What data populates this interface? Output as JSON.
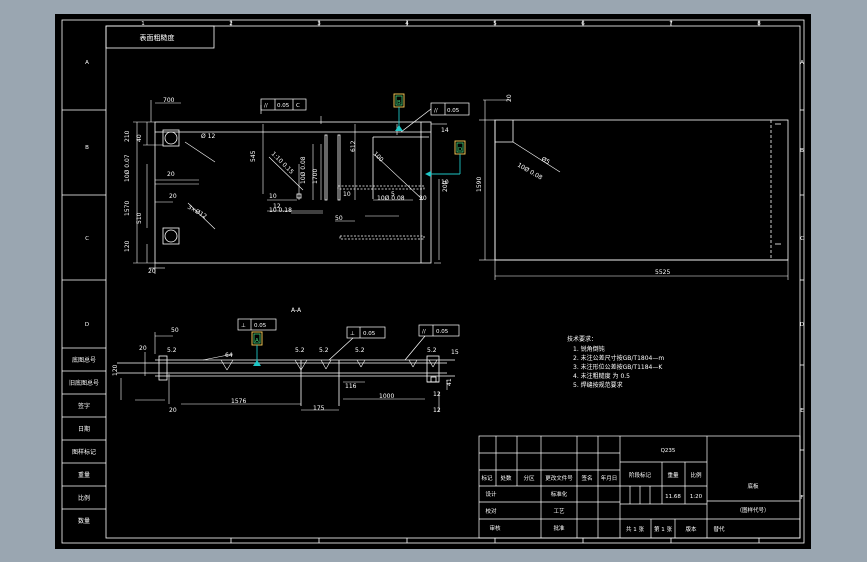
{
  "title_box": "表面粗糙度",
  "zone_columns": [
    "1",
    "2",
    "3",
    "4",
    "5",
    "6",
    "7",
    "8"
  ],
  "zone_rows": [
    "A",
    "B",
    "C",
    "D",
    "E",
    "F"
  ],
  "side_labels": [
    "底图总号",
    "旧底图总号",
    "签字",
    "日期",
    "图样标记",
    "重量",
    "比例",
    "数量"
  ],
  "section_label": "A-A",
  "top_view": {
    "dims": {
      "d700": "700",
      "d210": "210",
      "d40": "40",
      "phi12": "Ø 12",
      "d10x": "10Ø 0.07",
      "d20a": "20",
      "d1570": "1570",
      "d20b": "20",
      "d3x": "3×Ø12",
      "d510": "510",
      "d120": "120",
      "d20c": "20",
      "d545": "545",
      "m1": "1:10 0.15",
      "d10": "10",
      "d12": "12",
      "d1018": "10 0.18",
      "d1006": "10Ø 0.08",
      "d1700": "1700",
      "d50": "50",
      "d612": "612",
      "d10c": "10",
      "d100": "100",
      "d5": "5",
      "d10a": "10Ø 0.08",
      "d20e": "20",
      "d14": "14",
      "d1022": "10",
      "d200": "200"
    },
    "tol1": [
      "//",
      "0.05",
      "C"
    ],
    "tol2": [
      "//",
      "0.05"
    ],
    "datum_b": "B",
    "datum_d": "D"
  },
  "right_view": {
    "d20": "20",
    "d1590": "1590",
    "d10": "10Ø 0.08",
    "d5": "Ø5",
    "d5525": "5525"
  },
  "section_view": {
    "d50": "50",
    "d20": "20",
    "d120": "120",
    "d20b": "20",
    "d64": "64",
    "d1576": "1576",
    "d175": "175",
    "d116": "116",
    "d1000": "1000",
    "d12": "12",
    "d12b": "12",
    "d41": "41",
    "d15": "15",
    "r1": "5.2",
    "r2": "5.2",
    "r3": "5.2",
    "r4": "5.2",
    "r5": "5.2",
    "tol_a": [
      "⊥",
      "0.05"
    ],
    "tol_b": [
      "⊥",
      "0.05"
    ],
    "tol_c": [
      "//",
      "0.05"
    ],
    "datum_a": "A"
  },
  "notes": {
    "title": "技术要求：",
    "items": [
      "1. 锐角倒钝",
      "2. 未注公差尺寸按GB/T1804—m",
      "3. 未注形位公差按GB/T1184—K",
      "4. 未注粗糙度 为 0.5",
      "5. 焊缝按规范要求"
    ]
  },
  "title_block": {
    "material": "Q235",
    "col_heads": [
      "标记",
      "处数",
      "分区",
      "更改文件号",
      "签名",
      "年月日"
    ],
    "role_design": "设计",
    "role_std": "标准化",
    "role_check": "校对",
    "role_proc": "工艺",
    "role_review": "审核",
    "role_approve": "批准",
    "stage": "阶段标记",
    "weight_h": "重量",
    "scale_h": "比例",
    "weight": "11.68",
    "scale": "1:20",
    "sheet_total": "共 1 张",
    "sheet_no": "第 1 张",
    "version": "版本",
    "replace": "替代",
    "name": "底板",
    "drawing_no": "（图样代号）"
  }
}
